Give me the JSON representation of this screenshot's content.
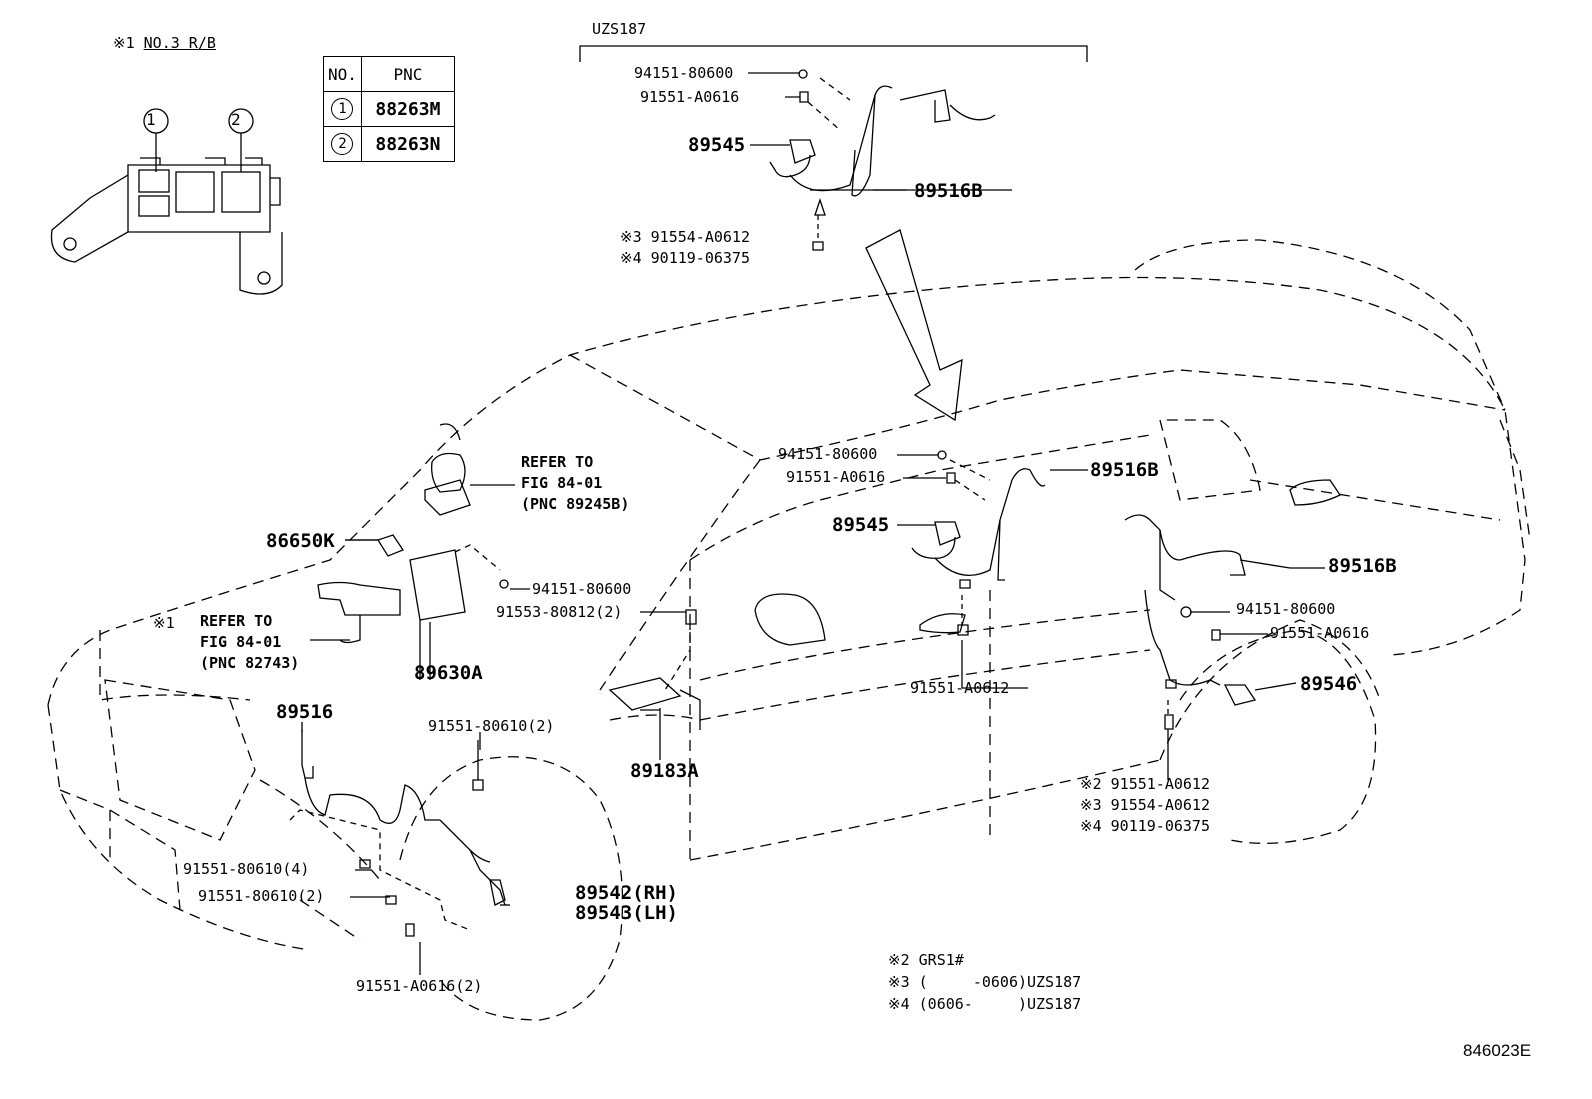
{
  "inset": {
    "note_mark": "※1",
    "note_text": "NO.3 R/B",
    "callouts": [
      "1",
      "2"
    ]
  },
  "pnc_table": {
    "headers": [
      "NO.",
      "PNC"
    ],
    "rows": [
      {
        "no": "1",
        "pnc": "88263M"
      },
      {
        "no": "2",
        "pnc": "88263N"
      }
    ]
  },
  "uzs_group": {
    "title": "UZS187",
    "labels": [
      "94151-80600",
      "91551-A0616",
      "89545",
      "89516B",
      "※3 91554-A0612",
      "※4 90119-06375"
    ]
  },
  "parts": {
    "front_sensor_mid": [
      "94151-80600",
      "91551-A0616",
      "89516B",
      "89545",
      "91551-A0612"
    ],
    "rear_sensor": [
      "89516B",
      "94151-80600",
      "91551-A0616",
      "89546",
      "※2 91551-A0612",
      "※3 91554-A0612",
      "※4 90119-06375"
    ],
    "engine_bay": [
      "86650K",
      "89630A",
      "94151-80600",
      "91553-80812(2)",
      "89183A",
      "※1"
    ],
    "front_wheel": [
      "89516",
      "91551-80610(2)",
      "91551-80610(4)",
      "91551-80610(2)",
      "89542(RH)",
      "89543(LH)",
      "91551-A0616(2)"
    ]
  },
  "references": [
    "REFER TO\nFIG 84-01\n(PNC 89245B)",
    "REFER TO\nFIG 84-01\n(PNC 82743)"
  ],
  "footnotes": [
    "※2 GRS1#",
    "※3 (     -0606)UZS187",
    "※4 (0606-     )UZS187"
  ],
  "figure_code": "846023E"
}
